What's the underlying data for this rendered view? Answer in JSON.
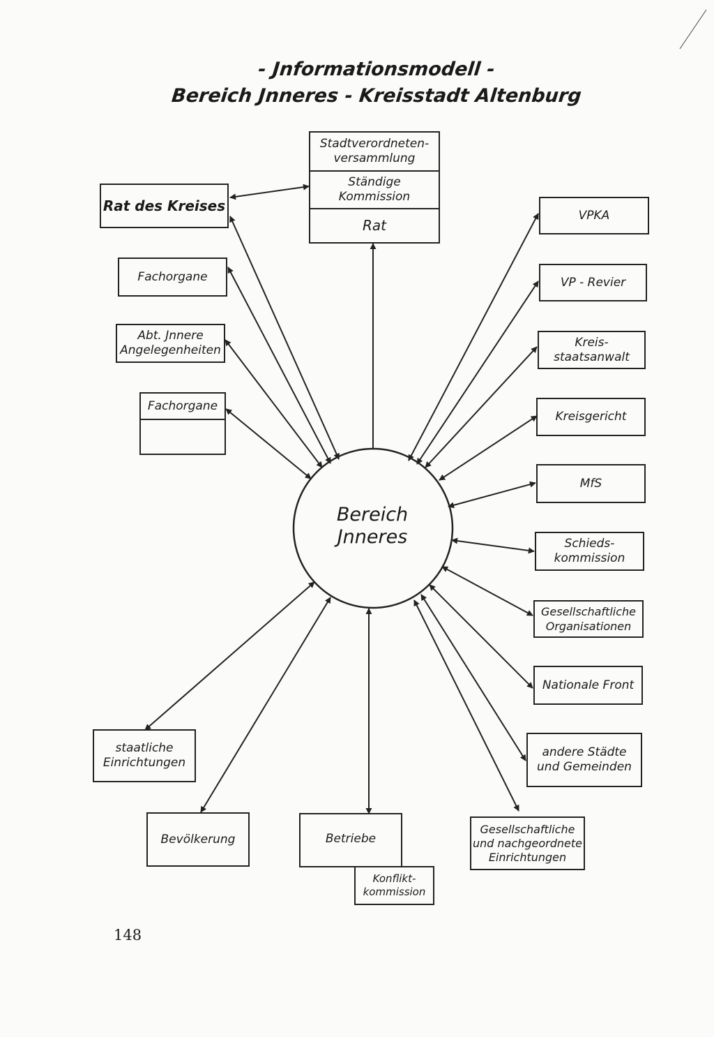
{
  "title": {
    "line1": "- Jnformationsmodell -",
    "line2": "Bereich Jnneres - Kreisstadt Altenburg"
  },
  "center": {
    "label": "Bereich\nJnneres"
  },
  "nodes": {
    "stadtverordneten": "Stadtverordneten-\nversammlung",
    "staendige_kommission": "Ständige\nKommission",
    "rat": "Rat",
    "rat_des_kreises": "Rat des Kreises",
    "fachorgane_1": "Fachorgane",
    "abt_innere": "Abt. Jnnere\nAngelegenheiten",
    "fachorgane_2": "Fachorgane",
    "vpka": "VPKA",
    "vp_revier": "VP - Revier",
    "kreisstaatsanwalt": "Kreis-\nstaatsanwalt",
    "kreisgericht": "Kreisgericht",
    "mfs": "MfS",
    "schiedskommission": "Schieds-\nkommission",
    "gesellschaftliche_organisationen": "Gesellschaftliche\nOrganisationen",
    "nationale_front": "Nationale Front",
    "andere_staedte": "andere Städte\nund Gemeinden",
    "gesellschaftliche_einrichtungen": "Gesellschaftliche\nund nachgeordnete\nEinrichtungen",
    "staatliche_einrichtungen": "staatliche\nEinrichtungen",
    "bevoelkerung": "Bevölkerung",
    "betriebe": "Betriebe",
    "konfliktkommission": "Konflikt-\nkommission"
  },
  "page_number": "148"
}
